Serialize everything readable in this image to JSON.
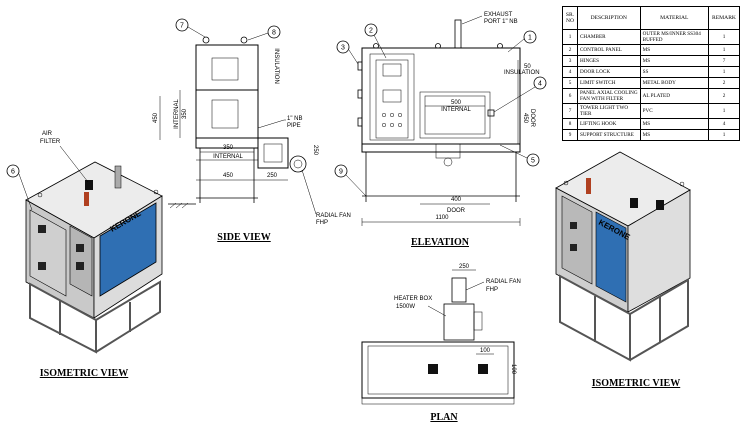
{
  "bom": {
    "headers": {
      "no": "SR. NO",
      "description": "DESCRIPTION",
      "material": "MATERIAL",
      "remark": "REMARK"
    },
    "rows": [
      {
        "no": "1",
        "description": "CHAMBER",
        "material": "OUTER MS/INNER SS304 BUFFED",
        "remark": "1"
      },
      {
        "no": "2",
        "description": "CONTROL PANEL",
        "material": "MS",
        "remark": "1"
      },
      {
        "no": "3",
        "description": "HINGES",
        "material": "MS",
        "remark": "7"
      },
      {
        "no": "4",
        "description": "DOOR LOCK",
        "material": "SS",
        "remark": "1"
      },
      {
        "no": "5",
        "description": "LIMIT SWITCH",
        "material": "METAL BODY",
        "remark": "2"
      },
      {
        "no": "6",
        "description": "PANEL AXIAL COOLING FAN WITH FILTER",
        "material": "AL PLATED",
        "remark": "2"
      },
      {
        "no": "7",
        "description": "TOWER LIGHT TWO TIER",
        "material": "PVC",
        "remark": "1"
      },
      {
        "no": "8",
        "description": "LIFTING HOOK",
        "material": "MS",
        "remark": "4"
      },
      {
        "no": "9",
        "description": "SUPPORT STRUCTURE",
        "material": "MS",
        "remark": "1"
      }
    ]
  },
  "views": {
    "side": "SIDE VIEW",
    "elevation": "ELEVATION",
    "plan": "PLAN",
    "iso_left": "ISOMETRIC VIEW",
    "iso_right": "ISOMETRIC VIEW"
  },
  "labels": {
    "exhaust": "EXHAUST",
    "exhaust_port": "PORT 1\" NB",
    "air_filter_1": "AIR",
    "air_filter_2": "FILTER",
    "pipe_1": "1\" NB",
    "pipe_2": "PIPE",
    "radial_fan_side_1": "RADIAL FAN",
    "radial_fan_side_2": "FHP",
    "radial_fan_plan_1": "RADIAL FAN",
    "radial_fan_plan_2": "FHP",
    "heater_box_1": "HEATER BOX",
    "heater_box_2": "1500W",
    "brand": "KERONE"
  },
  "dims": {
    "side_height": "450",
    "side_internal_v": "INTERNAL",
    "side_350_v": "350",
    "side_insulation": "INSULATION",
    "side_350_h": "350",
    "side_internal_h": "INTERNAL",
    "side_450": "450",
    "side_250": "250",
    "side_250_v": "250",
    "elev_500": "500",
    "elev_internal": "INTERNAL",
    "elev_400": "400",
    "elev_door": "DOOR",
    "elev_1100": "1100",
    "elev_450_v": "450",
    "elev_door_v": "DOOR",
    "elev_50": "50",
    "elev_insulation": "INSULATION",
    "plan_250": "250",
    "plan_100_h": "100",
    "plan_100_v": "100"
  },
  "balloons": {
    "b1": "1",
    "b2": "2",
    "b3": "3",
    "b4": "4",
    "b5": "5",
    "b6": "6",
    "b7": "7",
    "b8": "8",
    "b9": "9"
  },
  "colors": {
    "panel_blue": "#2f6fb3",
    "body_grey": "#c9c9c9",
    "body_light": "#e6e6e6",
    "frame_dark": "#555555"
  }
}
